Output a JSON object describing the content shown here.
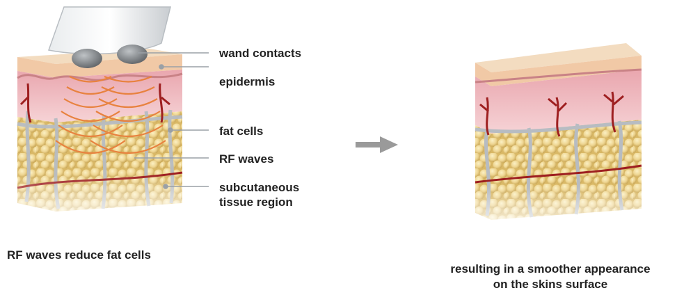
{
  "left_panel": {
    "callouts": [
      {
        "id": "wand-contacts",
        "text": "wand contacts"
      },
      {
        "id": "epidermis",
        "text": "epidermis"
      },
      {
        "id": "fat-cells",
        "text": "fat cells"
      },
      {
        "id": "rf-waves",
        "text": "RF waves"
      },
      {
        "id": "subcutaneous",
        "text": "subcutaneous\ntissue region"
      }
    ],
    "caption": "RF waves reduce fat cells"
  },
  "right_panel": {
    "caption_line1": "resulting in a smoother appearance",
    "caption_line2": "on the skins surface"
  },
  "colors": {
    "skin_top": "#f3dcc0",
    "dermis": "#f0b8bf",
    "fat": "#eed591",
    "vessel": "#9e1f20",
    "wave": "#e8823f",
    "connector": "#9aa0a6",
    "arrow": "#9a9a9a"
  }
}
